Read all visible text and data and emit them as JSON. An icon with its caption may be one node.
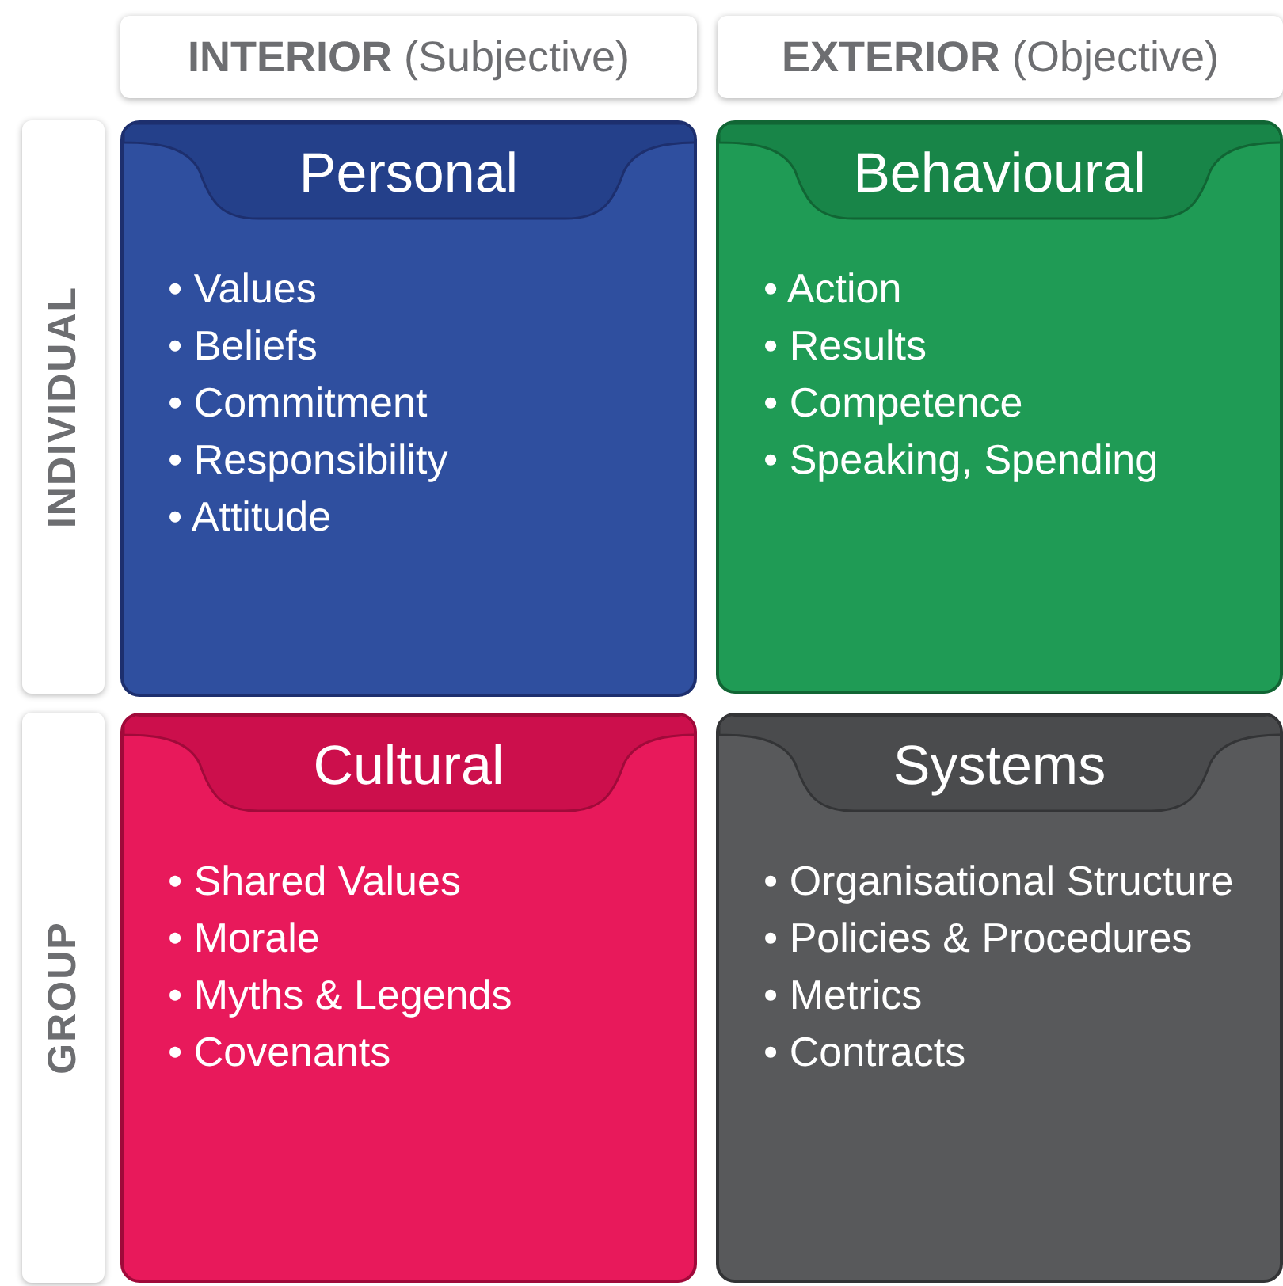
{
  "diagram": {
    "nodes": [
      {
        "text": [
          "**INTERIOR** (Subjective)"
        ]
      },
      {
        "text": [
          "**EXTERIOR** (Objective)"
        ]
      },
      {
        "text": [
          "INDIVIDUAL"
        ]
      },
      {
        "text": [
          "GROUP"
        ]
      },
      {
        "text": [
          "Personal",
          "• Values",
          "• Beliefs",
          "• Commitment",
          "• Responsibility",
          "• Attitude"
        ]
      },
      {
        "text": [
          "Behavioural",
          "• Action",
          "• Results",
          "• Competence",
          "• Speaking, Spending"
        ]
      },
      {
        "text": [
          "Cultural",
          "• Shared Values",
          "• Morale",
          "• Myths & Legends",
          "• Covenants"
        ]
      },
      {
        "text": [
          "Systems",
          "• Organisational Structure",
          "• Policies & Procedures",
          "• Metrics",
          "• Contracts"
        ]
      }
    ]
  }
}
